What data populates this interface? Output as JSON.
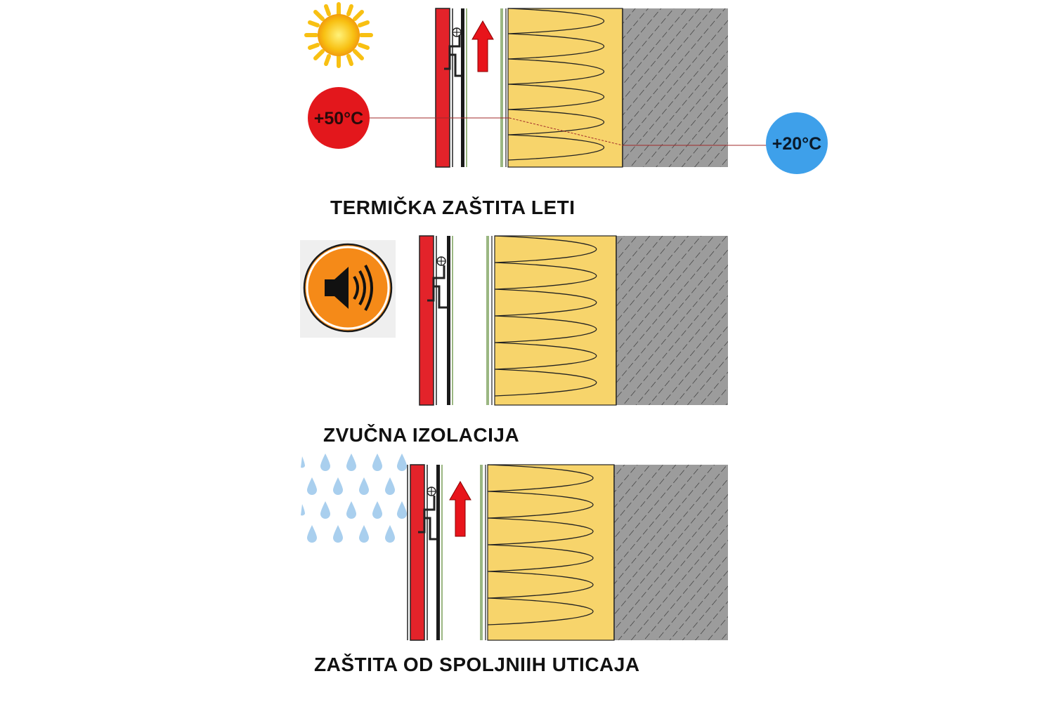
{
  "panels": [
    {
      "caption": "TERMIČKA ZAŠTITA LETI",
      "icon": "sun-icon",
      "airflow_arrow": true
    },
    {
      "caption": "ZVUČNA IZOLACIJA",
      "icon": "speaker-icon",
      "airflow_arrow": false
    },
    {
      "caption": "ZAŠTITA OD SPOLJNIIH UTICAJA",
      "icon": "rain-icon",
      "airflow_arrow": true
    }
  ],
  "temperatures": {
    "outside": "+50°C",
    "inside": "+20°C"
  },
  "colors": {
    "cladding": "#e3232a",
    "insulation": "#f7d46b",
    "concrete": "#9c9c9c",
    "membrane": "#9bb782",
    "arrow": "#e8141b",
    "hot": "#e3171c",
    "cold": "#3ea0ea",
    "speaker_badge": "#f58a18",
    "rain": "#a9cfee",
    "sun": "#f8c012"
  }
}
